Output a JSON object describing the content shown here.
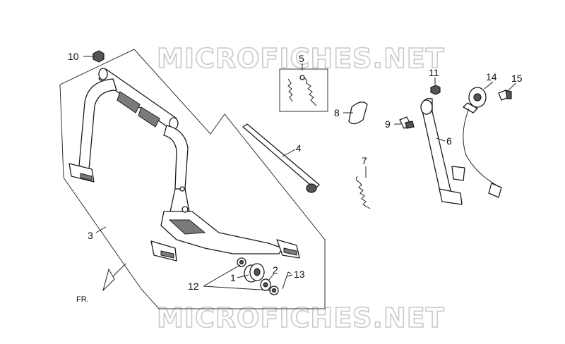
{
  "watermark": "MICROFICHES.NET",
  "direction_label": "FR.",
  "callouts": [
    "1",
    "2",
    "3",
    "4",
    "5",
    "6",
    "7",
    "8",
    "9",
    "10",
    "11",
    "12",
    "13",
    "14",
    "15"
  ],
  "colors": {
    "line": "#1a1a1a",
    "watermark": "#c9c9c9",
    "background": "#ffffff"
  }
}
